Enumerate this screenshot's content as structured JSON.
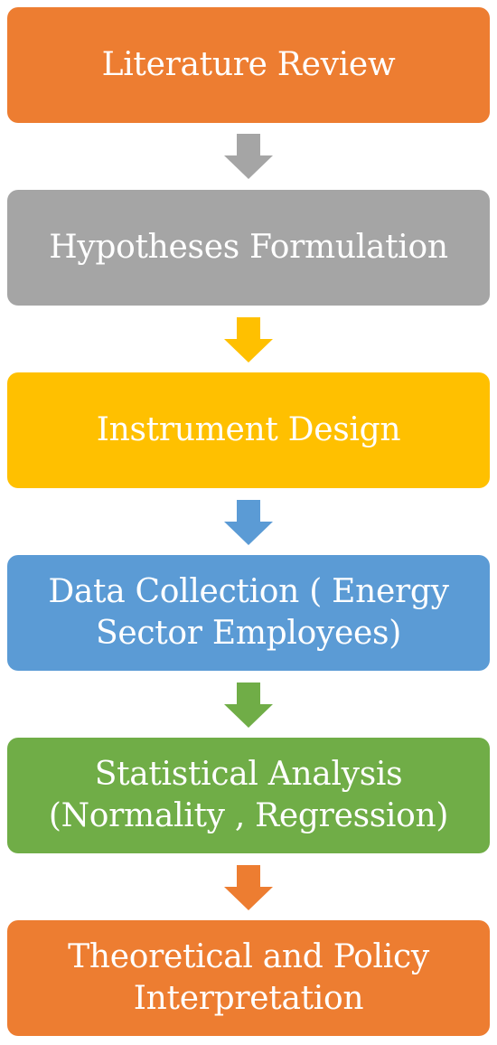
{
  "steps": [
    {
      "label": "Literature Review",
      "color": "#ED7D31"
    },
    {
      "label": "Hypotheses Formulation",
      "color": "#A5A5A5"
    },
    {
      "label": "Instrument Design",
      "color": "#FFC000"
    },
    {
      "label": "Data Collection ( Energy Sector Employees)",
      "color": "#5B9BD5"
    },
    {
      "label": "Statistical Analysis (Normality , Regression)",
      "color": "#70AD47"
    },
    {
      "label": "Theoretical and Policy Interpretation",
      "color": "#ED7D31"
    }
  ]
}
